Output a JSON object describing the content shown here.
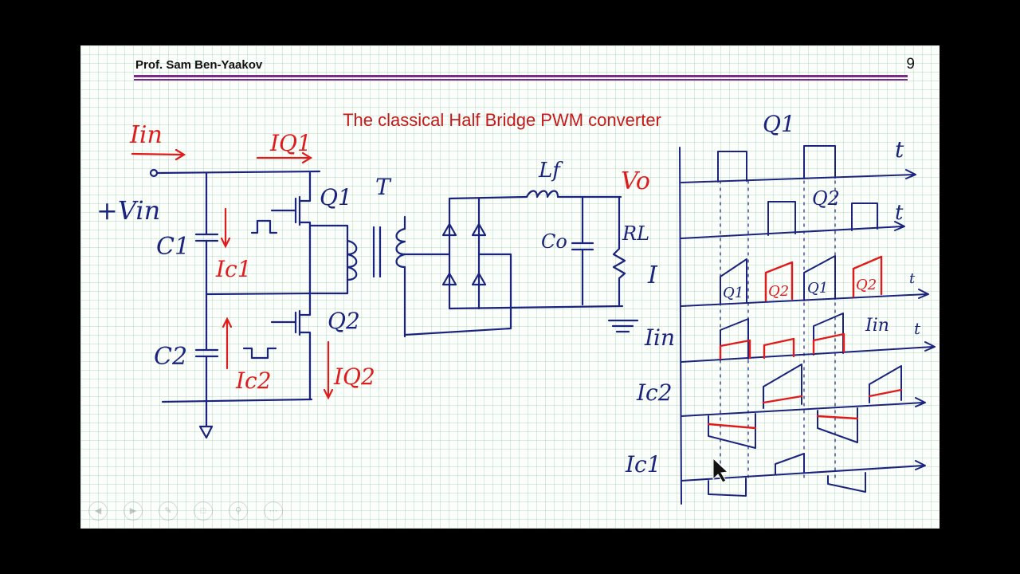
{
  "header": {
    "author": "Prof. Sam Ben-Yaakov",
    "page_number": "9"
  },
  "slide": {
    "title": "The classical Half Bridge PWM converter"
  },
  "circuit_labels": {
    "iin": "Iin",
    "iq1": "IQ1",
    "vin": "+Vin",
    "q1": "Q1",
    "q2": "Q2",
    "t": "T",
    "c1": "C1",
    "c2": "C2",
    "ic1": "Ic1",
    "ic2": "Ic2",
    "iq2": "IQ2",
    "lf": "Lf",
    "vo": "Vo",
    "co": "Co",
    "rl": "RL"
  },
  "waveform_labels": {
    "q1": "Q1",
    "t1": "t",
    "q2": "Q2",
    "t2": "t",
    "i": "I",
    "t3": "t",
    "pulse_q1a": "Q1",
    "pulse_q2a": "Q2",
    "pulse_q1b": "Q1",
    "pulse_q2b": "Q2",
    "iin_left": "Iin",
    "iin_right": "Iin",
    "t4": "t",
    "ic2": "Ic2",
    "ic1": "Ic1"
  },
  "toolbar": {
    "icons": [
      "back-icon",
      "forward-icon",
      "pen-icon",
      "page-icon",
      "zoom-icon",
      "more-icon"
    ]
  }
}
